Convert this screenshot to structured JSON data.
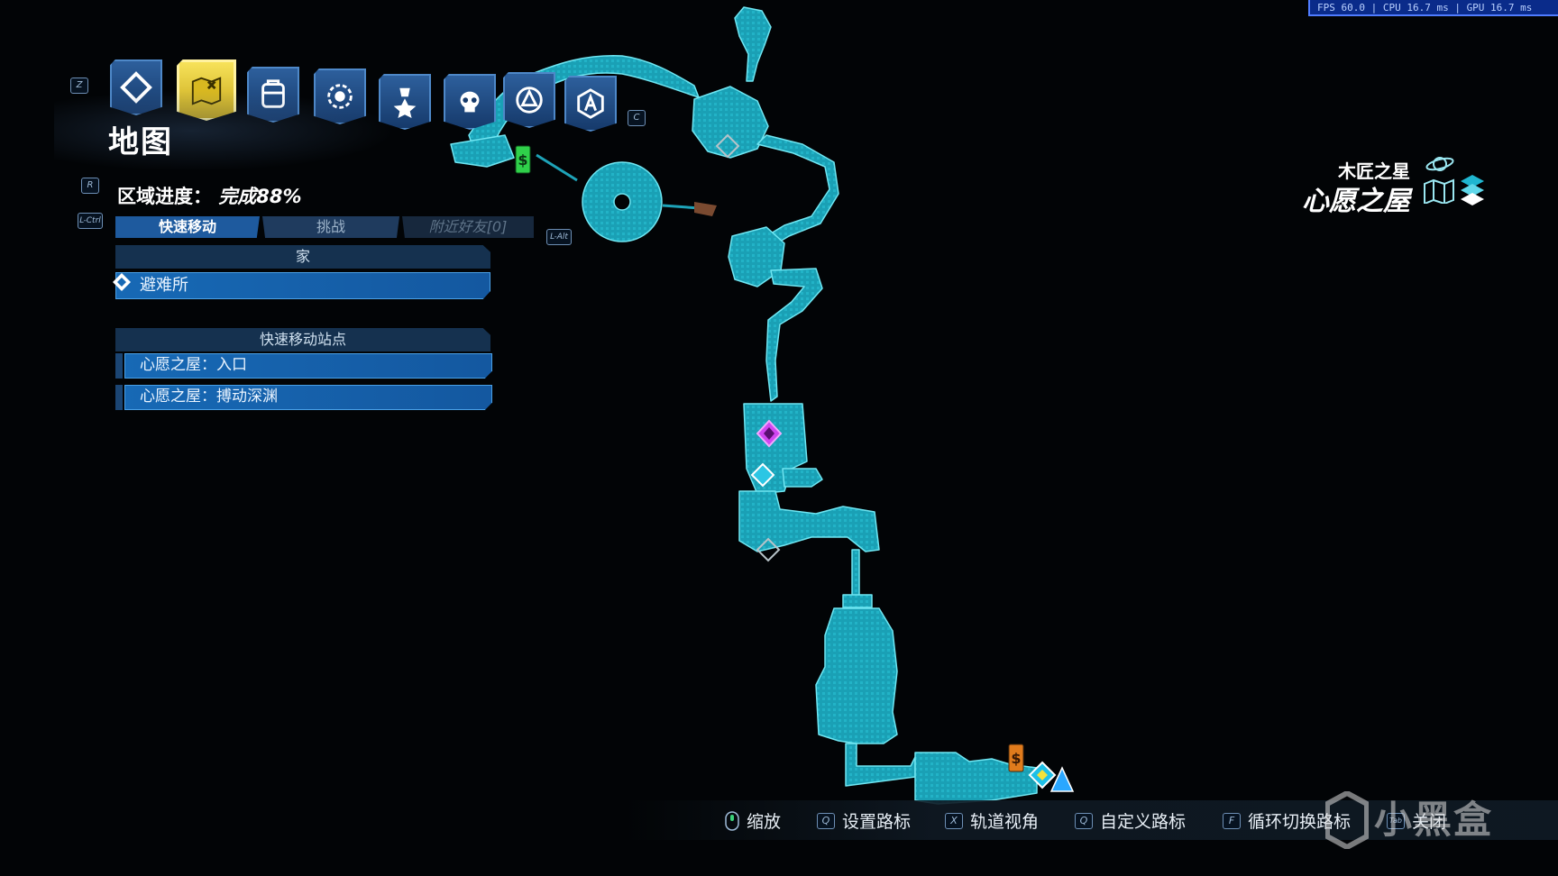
{
  "perf": {
    "text": "FPS  60.0 | CPU 16.7 ms | GPU 16.7 ms"
  },
  "keys": {
    "prev_tab": "Z",
    "next_tab": "C",
    "region": "R",
    "lctrl": "L-Ctrl",
    "lalt": "L-Alt"
  },
  "tabs": [
    {
      "name": "diamond-icon",
      "active": false
    },
    {
      "name": "map-icon",
      "active": true
    },
    {
      "name": "backpack-icon",
      "active": false
    },
    {
      "name": "skill-gear-icon",
      "active": false
    },
    {
      "name": "medal-icon",
      "active": false
    },
    {
      "name": "skull-icon",
      "active": false
    },
    {
      "name": "guardian-icon",
      "active": false
    },
    {
      "name": "social-icon",
      "active": false
    }
  ],
  "page": {
    "title": "地图",
    "progress_label": "区域进度：",
    "progress_value": "完成88%"
  },
  "subtabs": {
    "fast_travel": "快速移动",
    "challenges": "挑战",
    "friends": "附近好友[0]"
  },
  "sections": {
    "home_header": "家",
    "home_item": "避难所",
    "stations_header": "快速移动站点",
    "stations": [
      "心愿之屋：入口",
      "心愿之屋：搏动深渊"
    ]
  },
  "location": {
    "planet": "木匠之星",
    "zone": "心愿之屋"
  },
  "hints": {
    "zoom": "缩放",
    "set_waypoint": "设置路标",
    "orbit_view": "轨道视角",
    "custom_waypoint": "自定义路标",
    "cycle_waypoint": "循环切换路标",
    "close": "关闭",
    "key_q": "Q",
    "key_x": "X",
    "key_f": "F",
    "key_tab": "Tab"
  },
  "watermark": "小黑盒",
  "colors": {
    "map_fill": "#1ea3b8",
    "accent_gold": "#e9cf3a",
    "list_blue": "#1769b5"
  }
}
